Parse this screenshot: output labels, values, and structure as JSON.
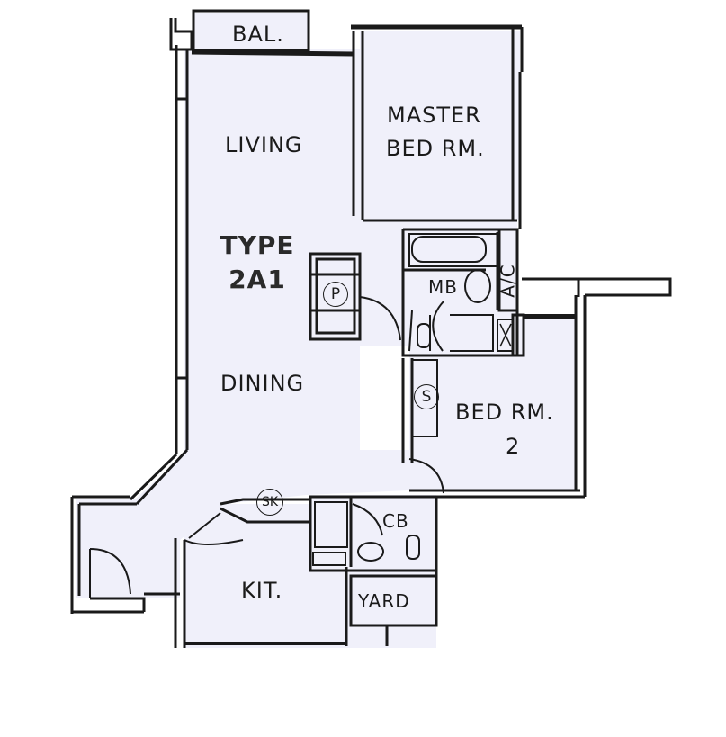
{
  "title": "TYPE 2A1",
  "plan_type": {
    "line1": "TYPE",
    "line2": "2A1"
  },
  "colors": {
    "floor_fill": "#f0f0fa",
    "wall": "#1a1a1a",
    "background": "#ffffff"
  },
  "rooms": {
    "balcony": "BAL.",
    "living": "LIVING",
    "master_bedroom_line1": "MASTER",
    "master_bedroom_line2": "BED RM.",
    "dining": "DINING",
    "bedroom2_line1": "BED RM.",
    "bedroom2_line2": "2",
    "master_bath": "MB",
    "ac": "A/C",
    "common_bath": "CB",
    "kitchen": "KIT.",
    "yard": "YARD"
  },
  "symbols": {
    "pantry": "P",
    "store": "S",
    "sink": "SK"
  }
}
